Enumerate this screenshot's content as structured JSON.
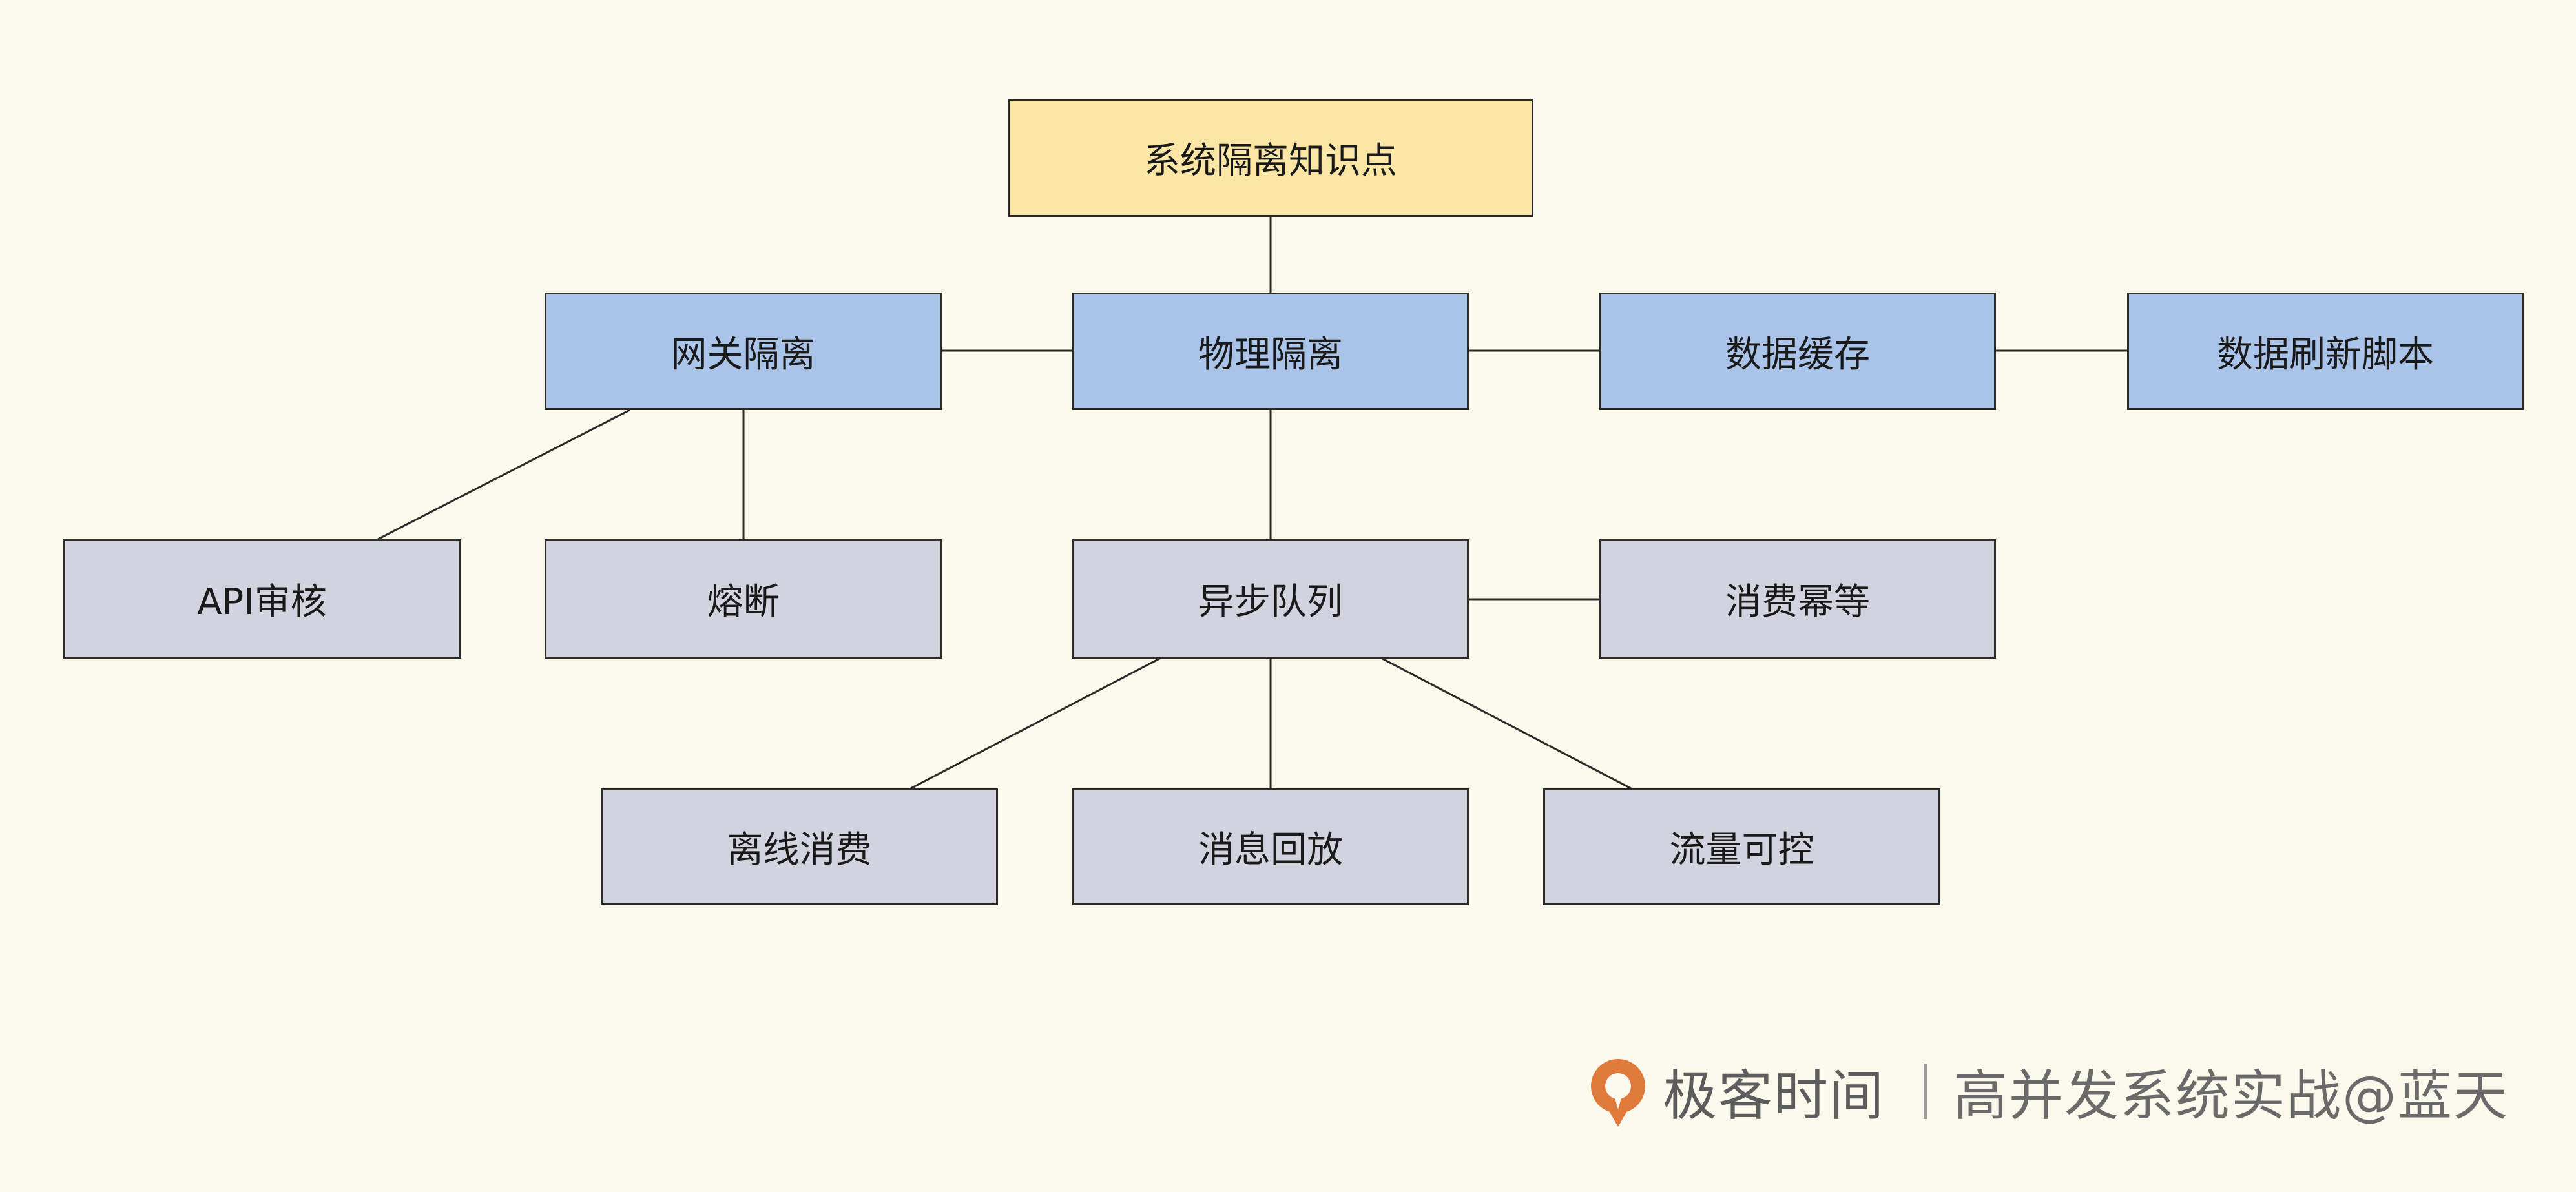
{
  "nodes": {
    "root": "系统隔离知识点",
    "gateway": "网关隔离",
    "physical": "物理隔离",
    "cache": "数据缓存",
    "refresh": "数据刷新脚本",
    "api": "API审核",
    "fuse": "熔断",
    "queue": "异步队列",
    "idempotent": "消费幂等",
    "offline": "离线消费",
    "replay": "消息回放",
    "flow": "流量可控"
  },
  "colors": {
    "background": "#fbf8ec",
    "root_fill": "#fbe6a6",
    "level1_fill": "#a9c4e8",
    "leaf_fill": "#d3d3e0",
    "logo": "#e07a3c"
  },
  "footer": {
    "brand": "极客时间",
    "course": "高并发系统实战@蓝天",
    "logo_icon": "geektime-logo-icon"
  }
}
